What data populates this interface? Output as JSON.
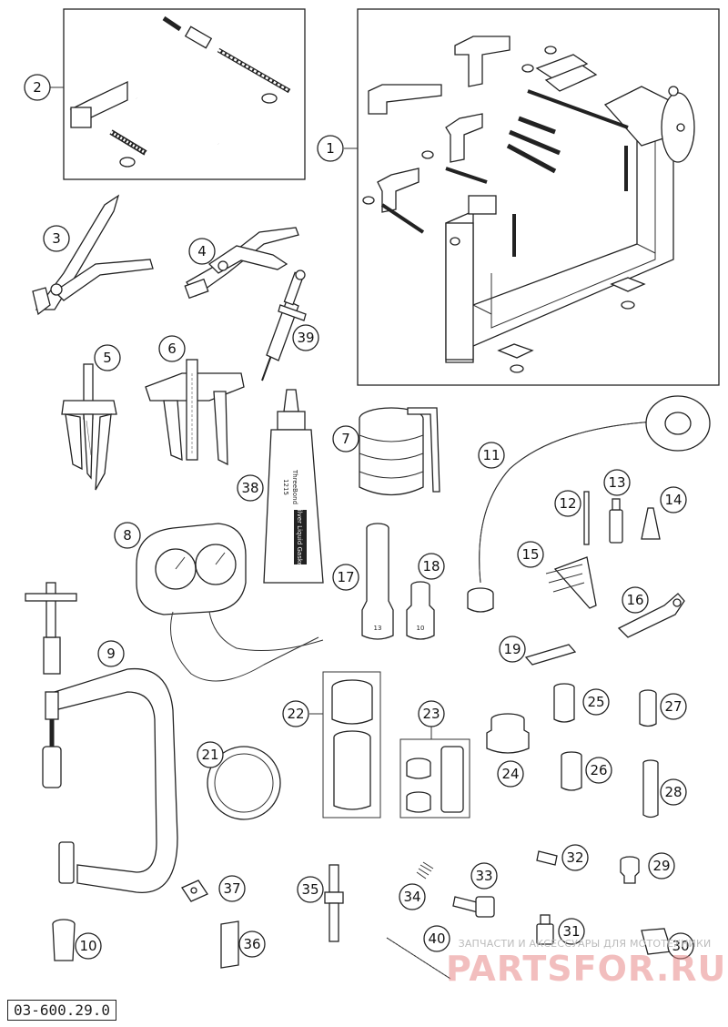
{
  "document_code": "03-600.29.0",
  "watermark": {
    "caption": "ЗАПЧАСТИ И АКСЕССУАРЫ ДЛЯ МОТОТЕХНИКИ",
    "logo": "PARTSFOR.RU"
  },
  "callouts": [
    "1",
    "2",
    "3",
    "4",
    "5",
    "6",
    "7",
    "8",
    "9",
    "10",
    "11",
    "12",
    "13",
    "14",
    "15",
    "16",
    "17",
    "18",
    "19",
    "21",
    "22",
    "23",
    "24",
    "25",
    "26",
    "27",
    "28",
    "29",
    "30",
    "31",
    "32",
    "33",
    "34",
    "35",
    "36",
    "37",
    "38",
    "39",
    "40"
  ],
  "tube_labels": {
    "brand": "ThreeBond",
    "number": "1215",
    "product": "Silver Liquid Gasket"
  },
  "socket_labels": {
    "socket_17": "13",
    "socket_18": "10"
  },
  "ink_color": "#222222"
}
